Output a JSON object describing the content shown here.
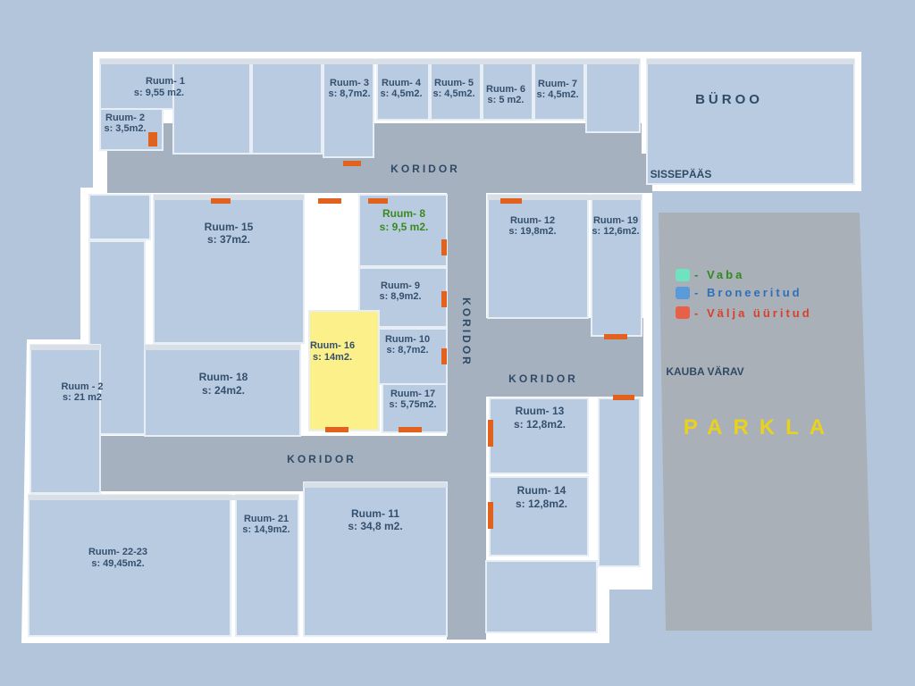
{
  "rooms": {
    "r1": {
      "name": "Ruum- 1",
      "area": "s: 9,55 m2."
    },
    "r2": {
      "name": "Ruum- 2",
      "area": "s: 3,5m2."
    },
    "r3": {
      "name": "Ruum- 3",
      "area": "s: 8,7m2."
    },
    "r4": {
      "name": "Ruum- 4",
      "area": "s: 4,5m2."
    },
    "r5": {
      "name": "Ruum- 5",
      "area": "s: 4,5m2."
    },
    "r6": {
      "name": "Ruum- 6",
      "area": "s: 5 m2."
    },
    "r7": {
      "name": "Ruum- 7",
      "area": "s: 4,5m2."
    },
    "r8": {
      "name": "Ruum- 8",
      "area": "s: 9,5 m2."
    },
    "r9": {
      "name": "Ruum- 9",
      "area": "s: 8,9m2."
    },
    "r10": {
      "name": "Ruum- 10",
      "area": "s: 8,7m2."
    },
    "r11": {
      "name": "Ruum- 11",
      "area": "s: 34,8 m2."
    },
    "r12": {
      "name": "Ruum- 12",
      "area": "s: 19,8m2."
    },
    "r13": {
      "name": "Ruum- 13",
      "area": "s: 12,8m2."
    },
    "r14": {
      "name": "Ruum- 14",
      "area": "s: 12,8m2."
    },
    "r15": {
      "name": "Ruum- 15",
      "area": "s: 37m2."
    },
    "r16": {
      "name": "Ruum- 16",
      "area": "s: 14m2."
    },
    "r17": {
      "name": "Ruum- 17",
      "area": "s: 5,75m2."
    },
    "r18": {
      "name": "Ruum- 18",
      "area": "s: 24m2."
    },
    "r19": {
      "name": "Ruum- 19",
      "area": "s: 12,6m2."
    },
    "r20": {
      "name": "Ruum - 2",
      "area": "s: 21 m2"
    },
    "r21": {
      "name": "Ruum- 21",
      "area": "s: 14,9m2."
    },
    "r22": {
      "name": "Ruum- 22-23",
      "area": "s: 49,45m2."
    }
  },
  "labels": {
    "koridor": "KORIDOR",
    "buroo": "BÜROO",
    "sissepaas": "SISSEPÄÄS",
    "kauba_varav": "KAUBA VÄRAV",
    "parkla": "PARKLA"
  },
  "legend": [
    {
      "label": "Vaba",
      "color": "#6fe3c0",
      "text_color": "#2f8a1f"
    },
    {
      "label": "Broneeritud",
      "color": "#5b9ad8",
      "text_color": "#2f6fb8"
    },
    {
      "label": "Välja üüritud",
      "color": "#e8604a",
      "text_color": "#d8402a"
    }
  ],
  "colors": {
    "background": "#b3c5da",
    "room_floor": "#b9cbe0",
    "corridor_floor": "#a6b1bf",
    "wall": "#ffffff",
    "parking": "#a9b0b8",
    "available_room": "#fbf08a",
    "door": "#e0621e"
  }
}
